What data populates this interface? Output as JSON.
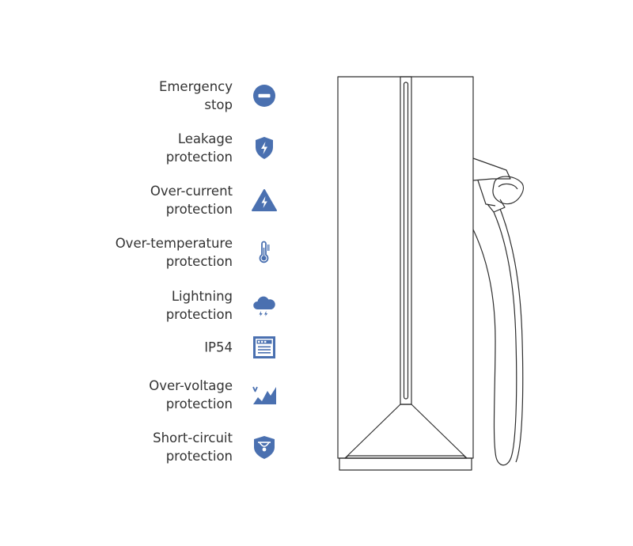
{
  "accent_color": "#4a70b0",
  "features": [
    {
      "lines": [
        "Emergency",
        "stop"
      ],
      "icon": "emergency-stop-icon"
    },
    {
      "lines": [
        "Leakage",
        "protection"
      ],
      "icon": "leakage-shield-icon"
    },
    {
      "lines": [
        "Over-current",
        "protection"
      ],
      "icon": "over-current-warning-icon"
    },
    {
      "lines": [
        "Over-temperature",
        "protection"
      ],
      "icon": "thermometer-icon"
    },
    {
      "lines": [
        "Lightning",
        "protection"
      ],
      "icon": "lightning-cloud-icon"
    },
    {
      "lines": [
        "IP54"
      ],
      "icon": "ip-rating-panel-icon"
    },
    {
      "lines": [
        "Over-voltage",
        "protection"
      ],
      "icon": "over-voltage-chart-icon"
    },
    {
      "lines": [
        "Short-circuit",
        "protection"
      ],
      "icon": "short-circuit-shield-icon"
    }
  ]
}
